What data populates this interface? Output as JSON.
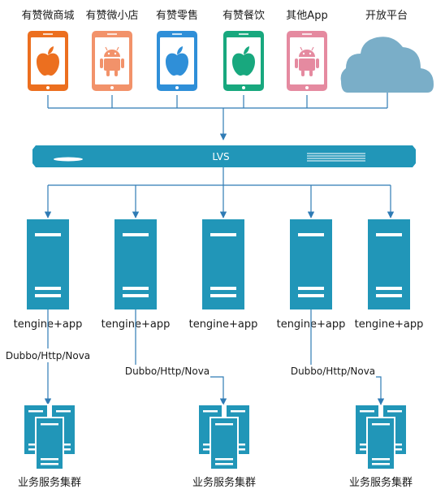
{
  "clients": [
    {
      "label": "有赞微商城",
      "platform": "apple-icon",
      "color": "#ec6f1f"
    },
    {
      "label": "有赞微小店",
      "platform": "android-icon",
      "color": "#f2926a"
    },
    {
      "label": "有赞零售",
      "platform": "apple-icon",
      "color": "#2f8fd8"
    },
    {
      "label": "有赞餐饮",
      "platform": "apple-icon",
      "color": "#18a87e"
    },
    {
      "label": "其他App",
      "platform": "android-icon",
      "color": "#e58aa0"
    }
  ],
  "cloud": {
    "label": "开放平台",
    "color": "#7aaec8"
  },
  "lvs": {
    "label": "LVS",
    "color": "#2196b8"
  },
  "servers": {
    "label": "tengine+app",
    "color": "#2196b8",
    "count": 5
  },
  "protocol_label": "Dubbo/Http/Nova",
  "clusters": {
    "label": "业务服务集群",
    "count": 3
  },
  "line_color": "#2f7bb5"
}
